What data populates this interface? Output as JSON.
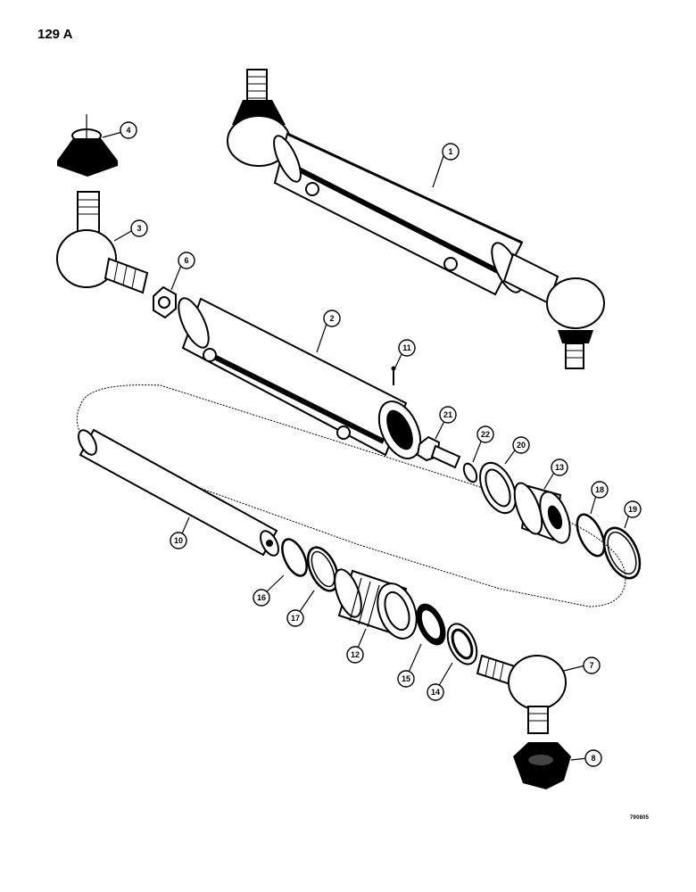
{
  "page": {
    "page_id": "129 A",
    "drawing_code": "790805"
  },
  "callouts": [
    {
      "number": "1",
      "part": "cylinder-assembly"
    },
    {
      "number": "2",
      "part": "cylinder-barrel"
    },
    {
      "number": "3",
      "part": "tie-rod-end"
    },
    {
      "number": "4",
      "part": "dust-boot"
    },
    {
      "number": "6",
      "part": "jam-nut"
    },
    {
      "number": "7",
      "part": "tie-rod-end"
    },
    {
      "number": "8",
      "part": "dust-boot"
    },
    {
      "number": "10",
      "part": "piston-rod"
    },
    {
      "number": "11",
      "part": "set-screw"
    },
    {
      "number": "12",
      "part": "gland"
    },
    {
      "number": "13",
      "part": "piston"
    },
    {
      "number": "14",
      "part": "wiper-seal"
    },
    {
      "number": "15",
      "part": "rod-seal"
    },
    {
      "number": "16",
      "part": "o-ring"
    },
    {
      "number": "17",
      "part": "backup-ring"
    },
    {
      "number": "18",
      "part": "o-ring"
    },
    {
      "number": "19",
      "part": "backup-ring"
    },
    {
      "number": "20",
      "part": "piston-seal"
    },
    {
      "number": "21",
      "part": "piston-bolt"
    },
    {
      "number": "22",
      "part": "washer"
    }
  ]
}
